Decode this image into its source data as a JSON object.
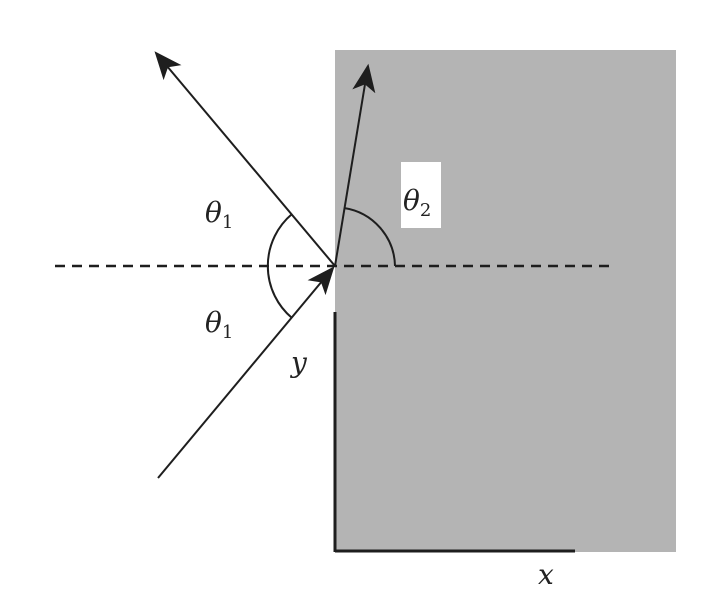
{
  "labels": {
    "theta1_top": {
      "sym": "θ",
      "sub": "1"
    },
    "theta1_bottom": {
      "sym": "θ",
      "sub": "1"
    },
    "theta2": {
      "sym": "θ",
      "sub": "2"
    },
    "y_axis": "y",
    "x_axis": "x"
  },
  "colors": {
    "medium": "#b4b4b4",
    "ink": "#1e1e1e",
    "background": "#ffffff"
  }
}
